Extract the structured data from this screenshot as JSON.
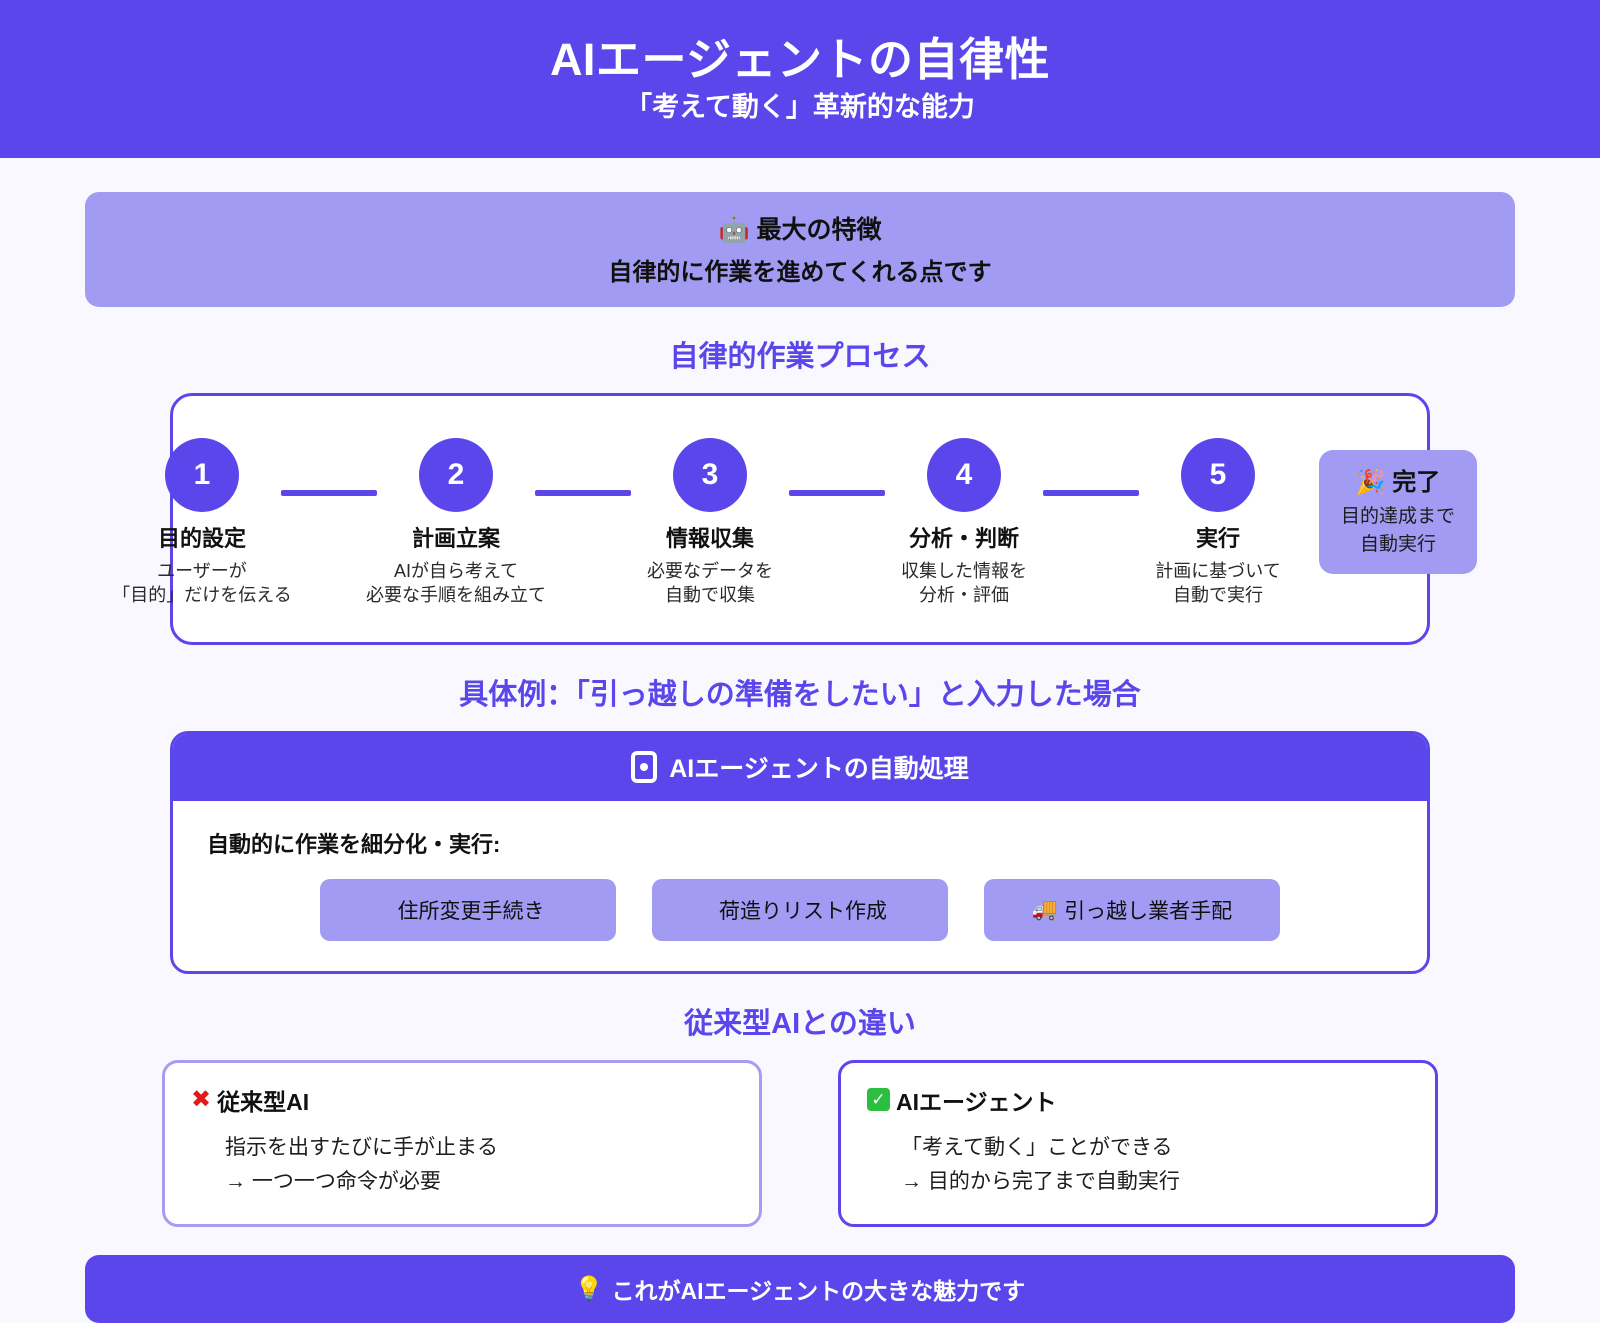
{
  "header": {
    "title": "AIエージェントの自律性",
    "subtitle": "「考えて動く」革新的な能力",
    "bg_color": "#5B46EB"
  },
  "feature_banner": {
    "icon": "robot-emoji",
    "icon_glyph": "🤖",
    "title": "最大の特徴",
    "subtitle": "自律的に作業を進めてくれる点です",
    "bg_color": "#A29BF3"
  },
  "process": {
    "heading": "自律的作業プロセス",
    "steps": [
      {
        "number": "1",
        "title": "目的設定",
        "desc_line1": "ユーザーが",
        "desc_line2": "「目的」だけを伝える"
      },
      {
        "number": "2",
        "title": "計画立案",
        "desc_line1": "AIが自ら考えて",
        "desc_line2": "必要な手順を組み立て"
      },
      {
        "number": "3",
        "title": "情報収集",
        "desc_line1": "必要なデータを",
        "desc_line2": "自動で収集"
      },
      {
        "number": "4",
        "title": "分析・判断",
        "desc_line1": "収集した情報を",
        "desc_line2": "分析・評価"
      },
      {
        "number": "5",
        "title": "実行",
        "desc_line1": "計画に基づいて",
        "desc_line2": "自動で実行"
      }
    ],
    "done": {
      "icon_glyph": "🎉",
      "title": "完了",
      "desc_line1": "目的達成まで",
      "desc_line2": "自動実行"
    },
    "accent_color": "#5B46EB"
  },
  "example": {
    "heading": "具体例：「引っ越しの準備をしたい」と入力した場合",
    "card_title": "AIエージェントの自動処理",
    "card_icon": "device-icon",
    "body_label": "自動的に作業を細分化・実行:",
    "chips": [
      {
        "emoji": "",
        "label": "住所変更手続き"
      },
      {
        "emoji": "",
        "label": "荷造りリスト作成"
      },
      {
        "emoji": "🚚",
        "label": "引っ越し業者手配"
      }
    ]
  },
  "comparison": {
    "heading": "従来型AIとの違い",
    "legacy": {
      "icon": "x-mark-icon",
      "title": "従来型AI",
      "line1": "指示を出すたびに手が止まる",
      "line2": "→ 一つ一つ命令が必要",
      "border_color": "#A59DF0"
    },
    "agent": {
      "icon": "check-mark-icon",
      "icon_glyph": "✓",
      "title": "AIエージェント",
      "line1": "「考えて動く」ことができる",
      "line2": "→ 目的から完了まで自動実行",
      "border_color": "#5B46EB"
    }
  },
  "footer": {
    "icon_glyph": "💡",
    "text": "これがAIエージェントの大きな魅力です",
    "bg_color": "#5B46EB"
  }
}
